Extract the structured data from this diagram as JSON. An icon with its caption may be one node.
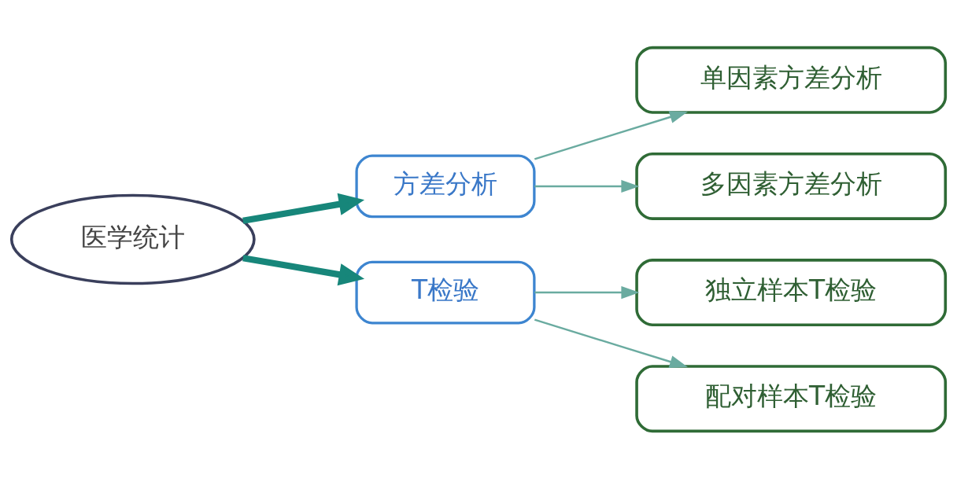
{
  "diagram": {
    "nodes": [
      {
        "text": [
          "医学统计"
        ]
      },
      {
        "text": [
          "方差分析"
        ]
      },
      {
        "text": [
          "单因素方差分析"
        ]
      },
      {
        "text": [
          "多因素方差分析"
        ]
      },
      {
        "text": [
          "T检验"
        ]
      },
      {
        "text": [
          "独立样本T检验"
        ]
      },
      {
        "text": [
          "配对样本T检验"
        ]
      }
    ],
    "edges": [
      {
        "from": 0,
        "to": 1,
        "arrow": "to",
        "style": "thick",
        "color": "#17867a"
      },
      {
        "from": 0,
        "to": 4,
        "arrow": "to",
        "style": "thick",
        "color": "#17867a"
      },
      {
        "from": 1,
        "to": 2,
        "arrow": "to"
      },
      {
        "from": 1,
        "to": 3,
        "arrow": "to"
      },
      {
        "from": 4,
        "to": 5,
        "arrow": "to"
      },
      {
        "from": 4,
        "to": 6,
        "arrow": "to"
      }
    ]
  }
}
